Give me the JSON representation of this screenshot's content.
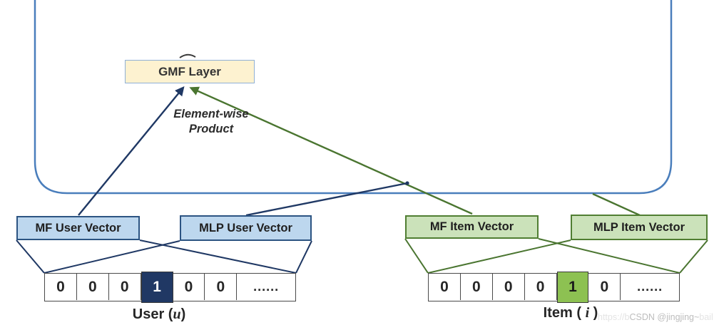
{
  "diagram": {
    "gmf_layer_label": "GMF Layer",
    "elementwise": {
      "line1": "Element-wise",
      "line2": "Product"
    },
    "boxes": {
      "mf_user": "MF User Vector",
      "mlp_user": "MLP User Vector",
      "mf_item": "MF Item Vector",
      "mlp_item": "MLP Item Vector"
    },
    "user_onehot": {
      "cells": [
        "0",
        "0",
        "0",
        "1",
        "0",
        "0",
        "......"
      ],
      "hot_index": 3,
      "label_prefix": "User (",
      "label_var": "u",
      "label_suffix": ")"
    },
    "item_onehot": {
      "cells": [
        "0",
        "0",
        "0",
        "0",
        "1",
        "0",
        "......"
      ],
      "hot_index": 4,
      "label_prefix": "Item ( ",
      "label_var": "i",
      "label_suffix": " )"
    },
    "watermark": {
      "faint_prefix": "https://b",
      "main": "CSDN @jingjing~",
      "faint_suffix": "bail"
    },
    "colors": {
      "frame_border": "#4a7ebc",
      "gmf_fill": "#fdf2d0",
      "gmf_border": "#8fb0d6",
      "user_box_fill": "#bdd7ee",
      "user_box_border": "#2c5482",
      "item_box_fill": "#cbe2ba",
      "item_box_border": "#507e32",
      "user_line": "#1f3864",
      "item_line": "#4a7530",
      "hot_user_fill": "#203864",
      "hot_item_fill": "#8dc152"
    }
  }
}
